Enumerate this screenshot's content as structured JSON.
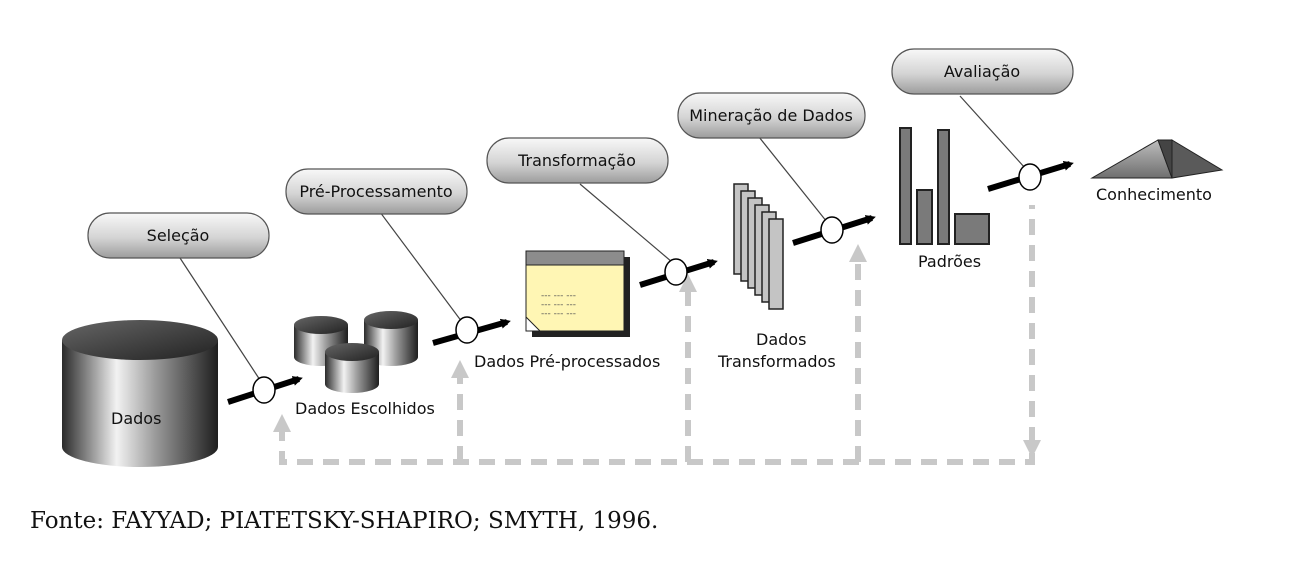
{
  "steps": {
    "selecao": "Seleção",
    "pre_processamento": "Pré-Processamento",
    "transformacao": "Transformação",
    "mineracao": "Mineração de Dados",
    "avaliacao": "Avaliação"
  },
  "items": {
    "dados": "Dados",
    "dados_escolhidos": "Dados Escolhidos",
    "dados_pre_processados": "Dados Pré-processados",
    "dados_transformados_line1": "Dados",
    "dados_transformados_line2": "Transformados",
    "padroes": "Padrões",
    "conhecimento": "Conhecimento"
  },
  "note_text": "--- --- ---",
  "caption": "Fonte: FAYYAD; PIATETSKY-SHAPIRO; SMYTH, 1996."
}
